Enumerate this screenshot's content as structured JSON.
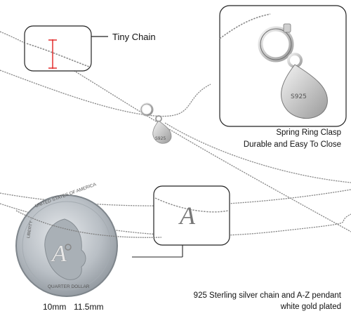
{
  "callouts": {
    "chain_label": "Tiny Chain",
    "clasp_line1": "Spring Ring Clasp",
    "clasp_line2": "Durable and Easy To Close",
    "material_line1": "925 Sterling silver chain and A-Z pendant",
    "material_line2": "white gold plated"
  },
  "sizes": {
    "coin_size": "10mm",
    "pendant_size": "11.5mm"
  },
  "tags": {
    "large_tag_stamp": "S925",
    "small_tag_stamp": "S925"
  },
  "coin": {
    "top_text": "UNITED STATES OF AMERICA",
    "bottom_text": "QUARTER DOLLAR",
    "side_text": "LIBERTY"
  },
  "pendant": {
    "letter": "A"
  },
  "colors": {
    "chain": "#8a8a8a",
    "frame": "#222222",
    "marker": "#e02020",
    "coin_face": "#b8bec4"
  }
}
